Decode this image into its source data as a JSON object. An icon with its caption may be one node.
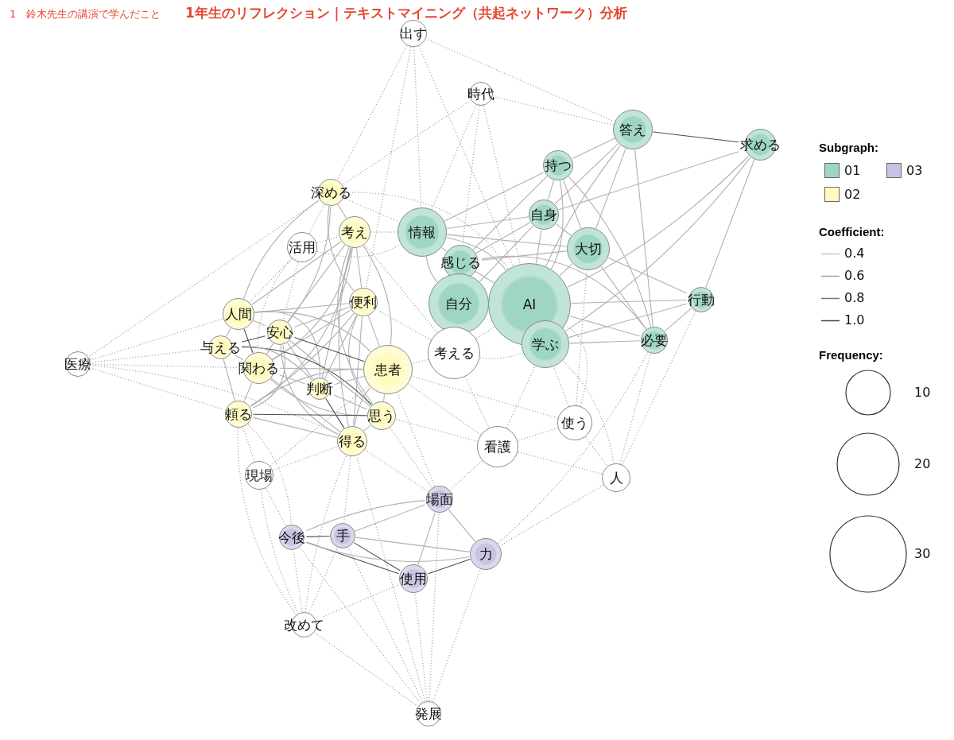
{
  "diagram": {
    "title": "1年生のリフレクション｜テキストマイニング（共起ネットワーク）分析",
    "nodes": [
      {
        "text": [
          "出す"
        ]
      },
      {
        "text": [
          "時代"
        ]
      },
      {
        "text": [
          "答え"
        ]
      },
      {
        "text": [
          "求める"
        ]
      },
      {
        "text": [
          "持つ"
        ]
      },
      {
        "text": [
          "深める"
        ]
      },
      {
        "text": [
          "自身"
        ]
      },
      {
        "text": [
          "考え"
        ]
      },
      {
        "text": [
          "情報"
        ]
      },
      {
        "text": [
          "活用"
        ]
      },
      {
        "text": [
          "大切"
        ]
      },
      {
        "text": [
          "感じる"
        ]
      },
      {
        "text": [
          "行動"
        ]
      },
      {
        "text": [
          "便利"
        ]
      },
      {
        "text": [
          "自分"
        ]
      },
      {
        "text": [
          "AI"
        ]
      },
      {
        "text": [
          "人間"
        ]
      },
      {
        "text": [
          "安心"
        ]
      },
      {
        "text": [
          "必要"
        ]
      },
      {
        "text": [
          "学ぶ"
        ]
      },
      {
        "text": [
          "与える"
        ]
      },
      {
        "text": [
          "考える"
        ]
      },
      {
        "text": [
          "医療"
        ]
      },
      {
        "text": [
          "関わる"
        ]
      },
      {
        "text": [
          "患者"
        ]
      },
      {
        "text": [
          "判断"
        ]
      },
      {
        "text": [
          "頼る"
        ]
      },
      {
        "text": [
          "思う"
        ]
      },
      {
        "text": [
          "使う"
        ]
      },
      {
        "text": [
          "得る"
        ]
      },
      {
        "text": [
          "看護"
        ]
      },
      {
        "text": [
          "現場"
        ]
      },
      {
        "text": [
          "人"
        ]
      },
      {
        "text": [
          "場面"
        ]
      },
      {
        "text": [
          "今後"
        ]
      },
      {
        "text": [
          "手"
        ]
      },
      {
        "text": [
          "力"
        ]
      },
      {
        "text": [
          "使用"
        ]
      },
      {
        "text": [
          "改めて"
        ]
      },
      {
        "text": [
          "発展"
        ]
      }
    ],
    "edges": [
      {
        "from": 0,
        "to": 5,
        "arrow": "none",
        "style": "dashed"
      },
      {
        "from": 0,
        "to": 2,
        "arrow": "none",
        "style": "dashed"
      },
      {
        "from": 0,
        "to": 8,
        "arrow": "none",
        "style": "dashed"
      },
      {
        "from": 0,
        "to": 15,
        "arrow": "none",
        "style": "dashed"
      },
      {
        "from": 0,
        "to": 13,
        "arrow": "none",
        "style": "dashed"
      },
      {
        "from": 1,
        "to": 5,
        "arrow": "none",
        "style": "dashed"
      },
      {
        "from": 1,
        "to": 2,
        "arrow": "none",
        "style": "dashed"
      },
      {
        "from": 1,
        "to": 8,
        "arrow": "none",
        "style": "dashed"
      },
      {
        "from": 1,
        "to": 15,
        "arrow": "none",
        "style": "dashed"
      },
      {
        "from": 1,
        "to": 11,
        "arrow": "none",
        "style": "dashed"
      },
      {
        "from": 9,
        "to": 5,
        "arrow": "none",
        "style": "dashed"
      },
      {
        "from": 9,
        "to": 7,
        "arrow": "none",
        "style": "dashed"
      },
      {
        "from": 9,
        "to": 16,
        "arrow": "none",
        "style": "dashed"
      },
      {
        "from": 9,
        "to": 17,
        "arrow": "none",
        "style": "dashed"
      },
      {
        "from": 9,
        "to": 23,
        "arrow": "none",
        "style": "dashed"
      },
      {
        "from": 9,
        "to": 8,
        "arrow": "none",
        "style": "dashed"
      },
      {
        "from": 22,
        "to": 5,
        "arrow": "none",
        "style": "dashed"
      },
      {
        "from": 22,
        "to": 16,
        "arrow": "none",
        "style": "dashed"
      },
      {
        "from": 22,
        "to": 20,
        "arrow": "none",
        "style": "dashed"
      },
      {
        "from": 22,
        "to": 23,
        "arrow": "none",
        "style": "dashed"
      },
      {
        "from": 22,
        "to": 26,
        "arrow": "none",
        "style": "dashed"
      },
      {
        "from": 22,
        "to": 29,
        "arrow": "none",
        "style": "dashed"
      },
      {
        "from": 21,
        "to": 15,
        "arrow": "none",
        "style": "dashed"
      },
      {
        "from": 21,
        "to": 19,
        "arrow": "none",
        "style": "dashed"
      },
      {
        "from": 21,
        "to": 24,
        "arrow": "none",
        "style": "dashed"
      },
      {
        "from": 21,
        "to": 30,
        "arrow": "none",
        "style": "dashed"
      },
      {
        "from": 21,
        "to": 7,
        "arrow": "none",
        "style": "dashed"
      },
      {
        "from": 21,
        "to": 13,
        "arrow": "none",
        "style": "dashed"
      },
      {
        "from": 28,
        "to": 15,
        "arrow": "none",
        "style": "dashed"
      },
      {
        "from": 28,
        "to": 19,
        "arrow": "none",
        "style": "dashed"
      },
      {
        "from": 28,
        "to": 30,
        "arrow": "none",
        "style": "dashed"
      },
      {
        "from": 28,
        "to": 32,
        "arrow": "none",
        "style": "dashed"
      },
      {
        "from": 28,
        "to": 24,
        "arrow": "none",
        "style": "dashed"
      },
      {
        "from": 28,
        "to": 10,
        "arrow": "none",
        "style": "dashed"
      },
      {
        "from": 30,
        "to": 19,
        "arrow": "none",
        "style": "dashed"
      },
      {
        "from": 30,
        "to": 33,
        "arrow": "none",
        "style": "dashed"
      },
      {
        "from": 30,
        "to": 32,
        "arrow": "none",
        "style": "dashed"
      },
      {
        "from": 30,
        "to": 24,
        "arrow": "none",
        "style": "dashed"
      },
      {
        "from": 30,
        "to": 27,
        "arrow": "none",
        "style": "dashed"
      },
      {
        "from": 32,
        "to": 18,
        "arrow": "none",
        "style": "dashed"
      },
      {
        "from": 32,
        "to": 12,
        "arrow": "none",
        "style": "dashed"
      },
      {
        "from": 32,
        "to": 36,
        "arrow": "none",
        "style": "dashed"
      },
      {
        "from": 32,
        "to": 19,
        "arrow": "none",
        "style": "dashed"
      },
      {
        "from": 31,
        "to": 26,
        "arrow": "none",
        "style": "dashed"
      },
      {
        "from": 31,
        "to": 34,
        "arrow": "none",
        "style": "dashed"
      },
      {
        "from": 31,
        "to": 38,
        "arrow": "none",
        "style": "dashed"
      },
      {
        "from": 31,
        "to": 29,
        "arrow": "none",
        "style": "dashed"
      },
      {
        "from": 31,
        "to": 24,
        "arrow": "none",
        "style": "dashed"
      },
      {
        "from": 38,
        "to": 34,
        "arrow": "none",
        "style": "dashed"
      },
      {
        "from": 38,
        "to": 35,
        "arrow": "none",
        "style": "dashed"
      },
      {
        "from": 38,
        "to": 37,
        "arrow": "none",
        "style": "dashed"
      },
      {
        "from": 38,
        "to": 39,
        "arrow": "none",
        "style": "dashed"
      },
      {
        "from": 38,
        "to": 26,
        "arrow": "none",
        "style": "dashed"
      },
      {
        "from": 38,
        "to": 29,
        "arrow": "none",
        "style": "dashed"
      },
      {
        "from": 39,
        "to": 34,
        "arrow": "none",
        "style": "dashed"
      },
      {
        "from": 39,
        "to": 35,
        "arrow": "none",
        "style": "dashed"
      },
      {
        "from": 39,
        "to": 36,
        "arrow": "none",
        "style": "dashed"
      },
      {
        "from": 39,
        "to": 37,
        "arrow": "none",
        "style": "dashed"
      },
      {
        "from": 39,
        "to": 33,
        "arrow": "none",
        "style": "dashed"
      },
      {
        "from": 39,
        "to": 29,
        "arrow": "none",
        "style": "dashed"
      },
      {
        "from": 7,
        "to": 8,
        "arrow": "none",
        "style": "dashed"
      },
      {
        "from": 5,
        "to": 8,
        "arrow": "none",
        "style": "dashed"
      },
      {
        "from": 5,
        "to": 15,
        "arrow": "none",
        "style": "dashed"
      },
      {
        "from": 29,
        "to": 35,
        "arrow": "none",
        "style": "dashed"
      },
      {
        "from": 29,
        "to": 33,
        "arrow": "none",
        "style": "dashed"
      },
      {
        "from": 33,
        "to": 24,
        "arrow": "none",
        "style": "dashed"
      },
      {
        "from": 36,
        "to": 18,
        "arrow": "none",
        "style": "dashed"
      },
      {
        "from": 27,
        "to": 33,
        "arrow": "none",
        "style": "dashed"
      },
      {
        "from": 26,
        "to": 34,
        "arrow": "none",
        "style": "dashed"
      },
      {
        "from": 2,
        "to": 3,
        "arrow": "none",
        "color": "#4d4d4d"
      },
      {
        "from": 2,
        "to": 4,
        "arrow": "none"
      },
      {
        "from": 2,
        "to": 10,
        "arrow": "none"
      },
      {
        "from": 2,
        "to": 15,
        "arrow": "none"
      },
      {
        "from": 2,
        "to": 18,
        "arrow": "none"
      },
      {
        "from": 2,
        "to": 6,
        "arrow": "none"
      },
      {
        "from": 3,
        "to": 6,
        "arrow": "none"
      },
      {
        "from": 3,
        "to": 19,
        "arrow": "none"
      },
      {
        "from": 3,
        "to": 12,
        "arrow": "none"
      },
      {
        "from": 3,
        "to": 15,
        "arrow": "none"
      },
      {
        "from": 4,
        "to": 8,
        "arrow": "none"
      },
      {
        "from": 4,
        "to": 6,
        "arrow": "none"
      },
      {
        "from": 4,
        "to": 10,
        "arrow": "none"
      },
      {
        "from": 4,
        "to": 15,
        "arrow": "none"
      },
      {
        "from": 4,
        "to": 18,
        "arrow": "none"
      },
      {
        "from": 4,
        "to": 11,
        "arrow": "none"
      },
      {
        "from": 6,
        "to": 10,
        "arrow": "none"
      },
      {
        "from": 6,
        "to": 8,
        "arrow": "none"
      },
      {
        "from": 6,
        "to": 15,
        "arrow": "none"
      },
      {
        "from": 6,
        "to": 14,
        "arrow": "none"
      },
      {
        "from": 6,
        "to": 11,
        "arrow": "none"
      },
      {
        "from": 8,
        "to": 10,
        "arrow": "none"
      },
      {
        "from": 8,
        "to": 11,
        "arrow": "none"
      },
      {
        "from": 8,
        "to": 14,
        "arrow": "none"
      },
      {
        "from": 8,
        "to": 15,
        "arrow": "none"
      },
      {
        "from": 10,
        "to": 15,
        "arrow": "none"
      },
      {
        "from": 10,
        "to": 11,
        "arrow": "none"
      },
      {
        "from": 10,
        "to": 18,
        "arrow": "none"
      },
      {
        "from": 10,
        "to": 12,
        "arrow": "none"
      },
      {
        "from": 11,
        "to": 15,
        "arrow": "none"
      },
      {
        "from": 11,
        "to": 18,
        "arrow": "none"
      },
      {
        "from": 15,
        "to": 12,
        "arrow": "none"
      },
      {
        "from": 15,
        "to": 18,
        "arrow": "none"
      },
      {
        "from": 19,
        "to": 18,
        "arrow": "none"
      },
      {
        "from": 19,
        "to": 12,
        "arrow": "none"
      },
      {
        "from": 12,
        "to": 18,
        "arrow": "none"
      },
      {
        "from": 5,
        "to": 16,
        "arrow": "none"
      },
      {
        "from": 5,
        "to": 17,
        "arrow": "none"
      },
      {
        "from": 5,
        "to": 7,
        "arrow": "none"
      },
      {
        "from": 5,
        "to": 13,
        "arrow": "none"
      },
      {
        "from": 7,
        "to": 16,
        "arrow": "none"
      },
      {
        "from": 7,
        "to": 17,
        "arrow": "none"
      },
      {
        "from": 7,
        "to": 13,
        "arrow": "none"
      },
      {
        "from": 7,
        "to": 24,
        "arrow": "none"
      },
      {
        "from": 7,
        "to": 23,
        "arrow": "none"
      },
      {
        "from": 7,
        "to": 26,
        "arrow": "none"
      },
      {
        "from": 7,
        "to": 25,
        "arrow": "none"
      },
      {
        "from": 7,
        "to": 27,
        "arrow": "none"
      },
      {
        "from": 7,
        "to": 29,
        "arrow": "none"
      },
      {
        "from": 13,
        "to": 16,
        "arrow": "none"
      },
      {
        "from": 13,
        "to": 17,
        "arrow": "none"
      },
      {
        "from": 13,
        "to": 23,
        "arrow": "none"
      },
      {
        "from": 13,
        "to": 25,
        "arrow": "none"
      },
      {
        "from": 13,
        "to": 24,
        "arrow": "none"
      },
      {
        "from": 13,
        "to": 27,
        "arrow": "none"
      },
      {
        "from": 13,
        "to": 29,
        "arrow": "none"
      },
      {
        "from": 13,
        "to": 26,
        "arrow": "none"
      },
      {
        "from": 16,
        "to": 17,
        "arrow": "none"
      },
      {
        "from": 16,
        "to": 20,
        "arrow": "none"
      },
      {
        "from": 16,
        "to": 23,
        "arrow": "none",
        "color": "#4d4d4d"
      },
      {
        "from": 16,
        "to": 25,
        "arrow": "none"
      },
      {
        "from": 16,
        "to": 24,
        "arrow": "none"
      },
      {
        "from": 17,
        "to": 20,
        "arrow": "none",
        "color": "#4d4d4d"
      },
      {
        "from": 17,
        "to": 23,
        "arrow": "none"
      },
      {
        "from": 17,
        "to": 24,
        "arrow": "none",
        "color": "#4d4d4d"
      },
      {
        "from": 17,
        "to": 25,
        "arrow": "none"
      },
      {
        "from": 17,
        "to": 26,
        "arrow": "none"
      },
      {
        "from": 17,
        "to": 29,
        "arrow": "none"
      },
      {
        "from": 17,
        "to": 27,
        "arrow": "none"
      },
      {
        "from": 20,
        "to": 23,
        "arrow": "none"
      },
      {
        "from": 20,
        "to": 26,
        "arrow": "none"
      },
      {
        "from": 20,
        "to": 27,
        "arrow": "none",
        "color": "#4d4d4d"
      },
      {
        "from": 20,
        "to": 25,
        "arrow": "none"
      },
      {
        "from": 23,
        "to": 24,
        "arrow": "none"
      },
      {
        "from": 23,
        "to": 25,
        "arrow": "none"
      },
      {
        "from": 23,
        "to": 26,
        "arrow": "none"
      },
      {
        "from": 23,
        "to": 27,
        "arrow": "none"
      },
      {
        "from": 23,
        "to": 29,
        "arrow": "none"
      },
      {
        "from": 24,
        "to": 25,
        "arrow": "none"
      },
      {
        "from": 24,
        "to": 27,
        "arrow": "none"
      },
      {
        "from": 24,
        "to": 29,
        "arrow": "none"
      },
      {
        "from": 24,
        "to": 26,
        "arrow": "none"
      },
      {
        "from": 25,
        "to": 29,
        "arrow": "none",
        "color": "#4d4d4d"
      },
      {
        "from": 25,
        "to": 27,
        "arrow": "none"
      },
      {
        "from": 26,
        "to": 27,
        "arrow": "none",
        "color": "#4d4d4d"
      },
      {
        "from": 26,
        "to": 29,
        "arrow": "none"
      },
      {
        "from": 27,
        "to": 29,
        "arrow": "none"
      },
      {
        "from": 34,
        "to": 35,
        "arrow": "none",
        "color": "#4d4d4d"
      },
      {
        "from": 34,
        "to": 33,
        "arrow": "none"
      },
      {
        "from": 35,
        "to": 33,
        "arrow": "none"
      },
      {
        "from": 34,
        "to": 37,
        "arrow": "none",
        "color": "#4d4d4d"
      },
      {
        "from": 35,
        "to": 37,
        "arrow": "none",
        "color": "#4d4d4d"
      },
      {
        "from": 34,
        "to": 36,
        "arrow": "none"
      },
      {
        "from": 35,
        "to": 36,
        "arrow": "none"
      },
      {
        "from": 33,
        "to": 36,
        "arrow": "none"
      },
      {
        "from": 33,
        "to": 37,
        "arrow": "none"
      },
      {
        "from": 37,
        "to": 36,
        "arrow": "none",
        "color": "#4d4d4d"
      }
    ],
    "labels": [
      "1　鈴木先生の講演で学んだこと",
      "Subgraph:",
      "Coefficient:",
      "Frequency:"
    ],
    "legend": [
      {
        "text": "01",
        "color": "#9fd5c5"
      },
      {
        "text": "02",
        "color": "#fffbbf"
      },
      {
        "text": "03",
        "color": "#c6c4e2"
      },
      {
        "text": "0.4"
      },
      {
        "text": "0.6"
      },
      {
        "text": "0.8"
      },
      {
        "text": "1.0"
      },
      {
        "text": "10"
      },
      {
        "text": "20"
      },
      {
        "text": "30"
      }
    ]
  }
}
